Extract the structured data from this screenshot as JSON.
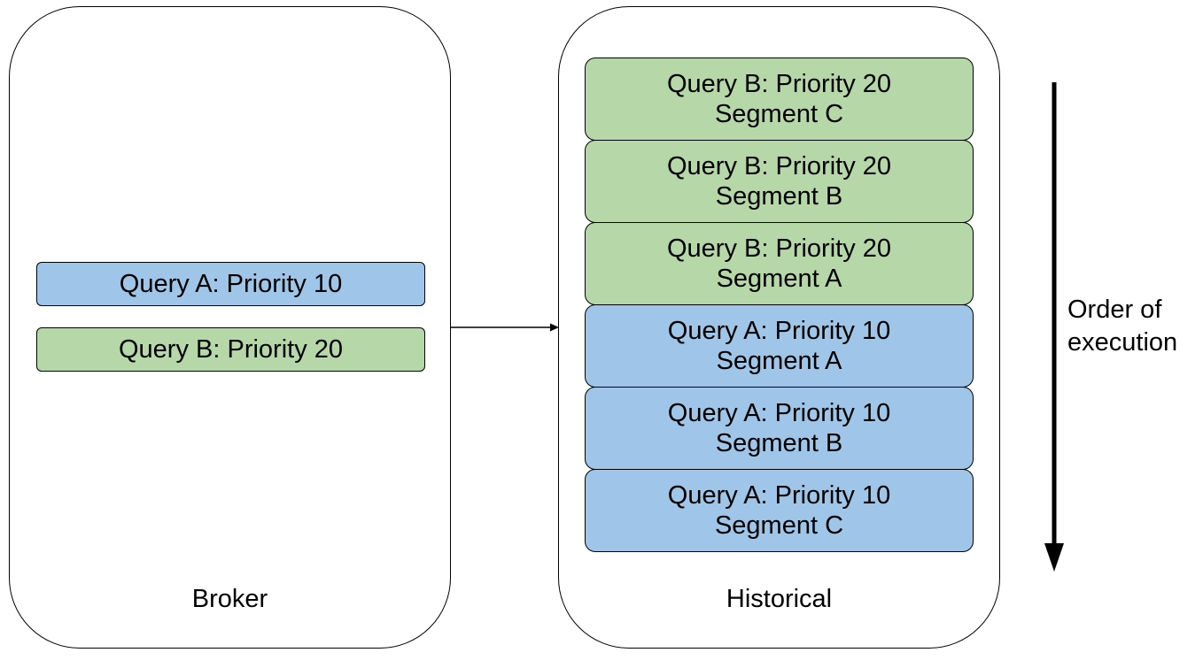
{
  "broker": {
    "label": "Broker",
    "queries": [
      {
        "text": "Query A: Priority 10",
        "color": "#9fc5e8"
      },
      {
        "text": "Query B: Priority 20",
        "color": "#b6d7a8"
      }
    ]
  },
  "historical": {
    "label": "Historical",
    "queue": [
      {
        "query": "Query B: Priority 20",
        "segment": "Segment C",
        "color": "#b6d7a8"
      },
      {
        "query": "Query B: Priority 20",
        "segment": "Segment B",
        "color": "#b6d7a8"
      },
      {
        "query": "Query B: Priority 20",
        "segment": "Segment A",
        "color": "#b6d7a8"
      },
      {
        "query": "Query A: Priority 10",
        "segment": "Segment A",
        "color": "#9fc5e8"
      },
      {
        "query": "Query A: Priority 10",
        "segment": "Segment B",
        "color": "#9fc5e8"
      },
      {
        "query": "Query A: Priority 10",
        "segment": "Segment C",
        "color": "#9fc5e8"
      }
    ]
  },
  "order_label": {
    "line1": "Order of",
    "line2": "execution"
  },
  "colors": {
    "query_a": "#9fc5e8",
    "query_b": "#b6d7a8",
    "stroke": "#000000"
  }
}
